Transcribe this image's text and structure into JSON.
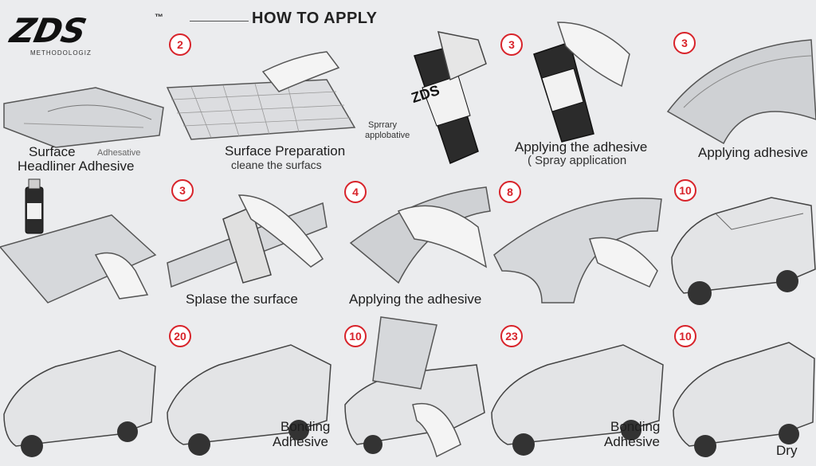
{
  "logo": {
    "brand": "ZDS",
    "trademark": "™",
    "tagline": "METHODOLOGIZ"
  },
  "header": {
    "title": "HOW TO APPLY"
  },
  "steps": [
    {
      "badge": "2",
      "caption_1": "Surface Preparation",
      "caption_2": "cleane the surfacs"
    },
    {
      "badge": "3",
      "caption_1": "Applying the adhesive",
      "caption_2": "( Spray application"
    },
    {
      "badge": "3",
      "caption_1": "Applying adhesive"
    },
    {
      "badge": "3",
      "caption_1": "Splase the surface"
    },
    {
      "badge": "4",
      "caption_1": "Applying the adhesive"
    },
    {
      "badge": "8"
    },
    {
      "badge": "10"
    },
    {
      "badge": "20"
    },
    {
      "badge": "10",
      "caption_1": "Bonding",
      "caption_2": "Adhesive"
    },
    {
      "badge": "23",
      "caption_1": "Bonding",
      "caption_2": "Adhesive"
    },
    {
      "badge": "10",
      "caption_1": "Dry"
    }
  ],
  "row1_left": {
    "caption_a": "Surface",
    "caption_b": "Adhesative",
    "caption_c": "Headliner Adhesive"
  },
  "spray_label": {
    "line1": "Sprrary",
    "line2": "applobative"
  },
  "can_label": "ZDS",
  "colors": {
    "badge_red": "#d8232a",
    "background": "#ebecee",
    "can_dark": "#2b2b2b"
  }
}
